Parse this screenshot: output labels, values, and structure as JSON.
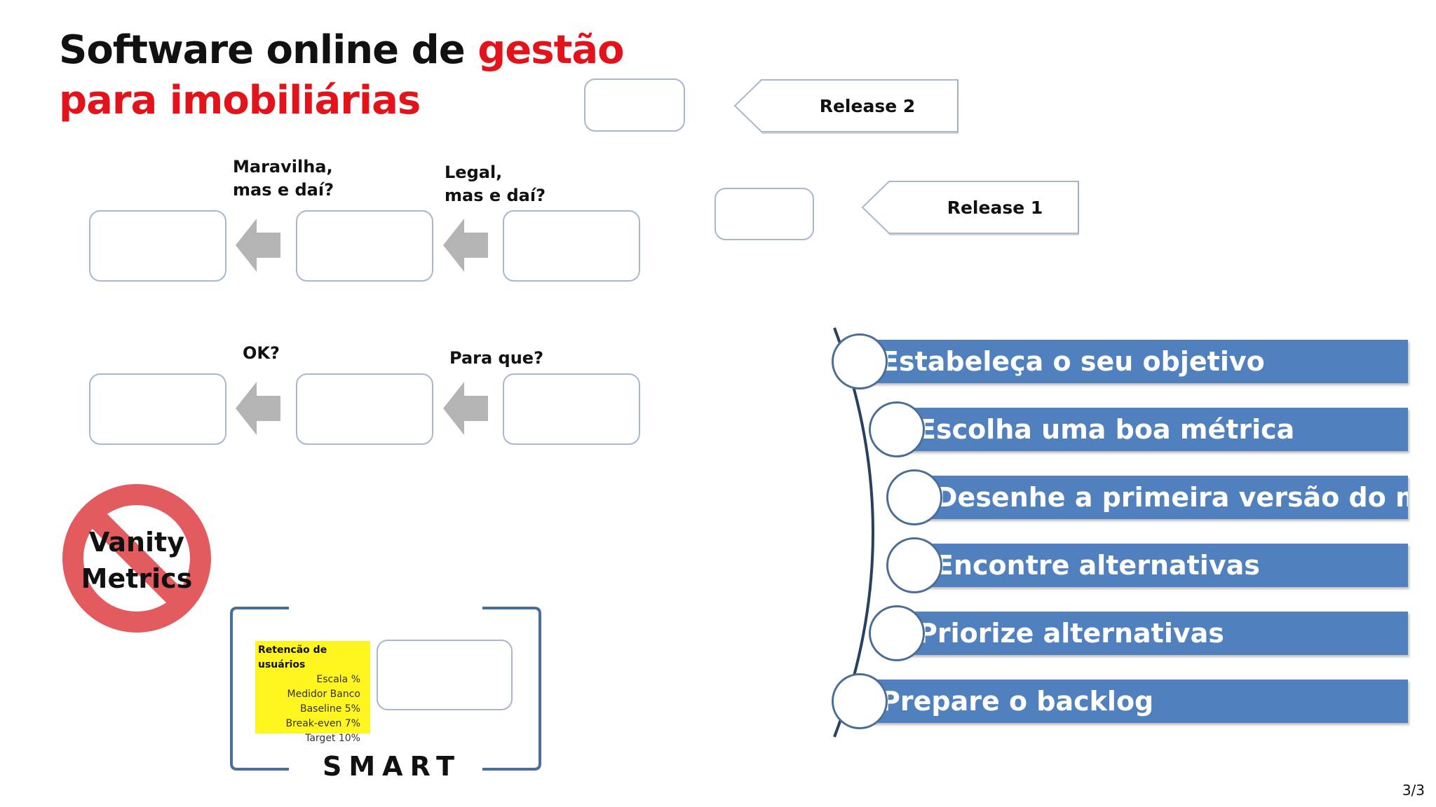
{
  "slide": {
    "title_part1": "Software online de ",
    "title_part2": "gestão",
    "title_line2": "para imobiliárias",
    "page_indicator": "3/3"
  },
  "flow": {
    "row1_labels": [
      "Maravilha,\nmas e daí?",
      "Legal,\nmas e daí?"
    ],
    "row2_labels": [
      "OK?",
      "Para que?"
    ]
  },
  "releases": [
    {
      "label": "Release 2"
    },
    {
      "label": "Release 1"
    }
  ],
  "vanity": {
    "line1": "Vanity",
    "line2": "Metrics",
    "color": "#e35a5f"
  },
  "smart": {
    "label": "SMART",
    "note_title": "Retencão de usuários",
    "note_lines": [
      "Escala  %",
      "Medidor  Banco",
      "Baseline  5%",
      "Break-even  7%",
      "Target  10%"
    ]
  },
  "steps": [
    {
      "label": "Estabeleça o seu objetivo"
    },
    {
      "label": "Escolha uma boa métrica"
    },
    {
      "label": "Desenhe a primeira versão do mapa"
    },
    {
      "label": "Encontre alternativas"
    },
    {
      "label": "Priorize alternativas"
    },
    {
      "label": "Prepare o backlog"
    }
  ],
  "colors": {
    "accent_red": "#e3131b",
    "step_blue": "#5081be",
    "box_border": "#a7b7ce",
    "arrow_grey": "#b4b4b4",
    "note_yellow": "#fff51f"
  }
}
